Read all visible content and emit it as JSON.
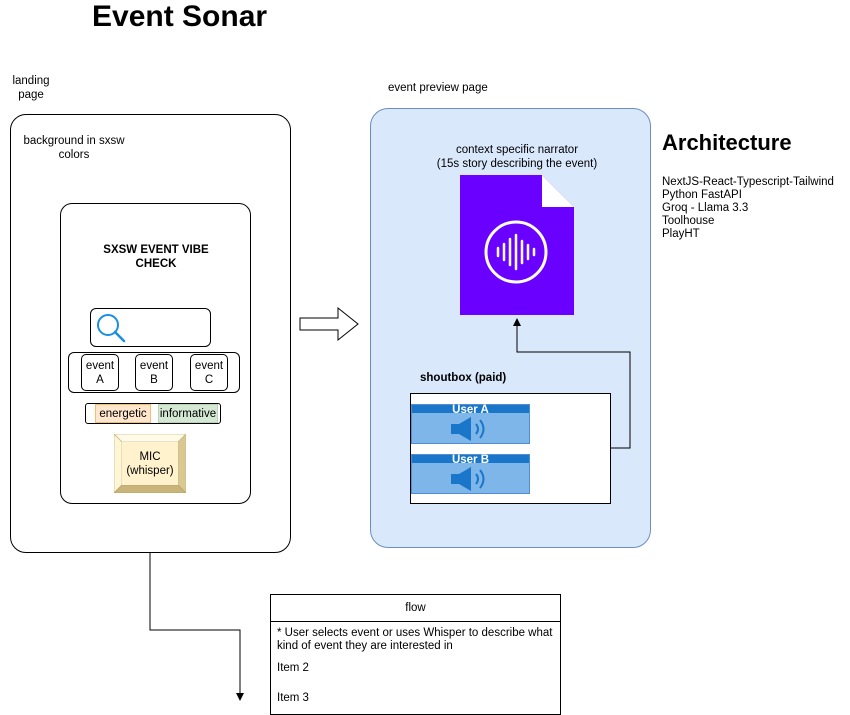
{
  "title": "Event Sonar",
  "landing": {
    "label": "landing\npage",
    "note": "background in sxsw\ncolors",
    "heading": "SXSW EVENT VIBE\nCHECK",
    "events": [
      "event\nA",
      "event\nB",
      "event\nC"
    ],
    "vibes": [
      "energetic",
      "informative"
    ],
    "mic": "MIC\n(whisper)"
  },
  "preview": {
    "label": "event preview page",
    "narrator": "context specific narrator\n(15s story describing the event)",
    "shoutbox_title": "shoutbox (paid)",
    "users": [
      "User A",
      "User B"
    ]
  },
  "architecture": {
    "title": "Architecture",
    "items": [
      "NextJS-React-Typescript-Tailwind",
      "Python FastAPI",
      "Groq - Llama 3.3",
      "Toolhouse",
      "PlayHT"
    ]
  },
  "flow": {
    "title": "flow",
    "items": [
      "* User selects event or uses Whisper to describe what kind of event they are interested in",
      "Item 2",
      "Item 3"
    ]
  },
  "colors": {
    "preview_fill": "#dae8fc",
    "audio_file": "#6a00ff",
    "energetic_fill": "#ffe6cc",
    "informative_fill": "#d5e8d4",
    "mic_fill": "#fff2cc",
    "user_card": "#7eb6ea"
  },
  "icons": [
    "search-icon",
    "audio-file-icon",
    "speaker-icon"
  ]
}
